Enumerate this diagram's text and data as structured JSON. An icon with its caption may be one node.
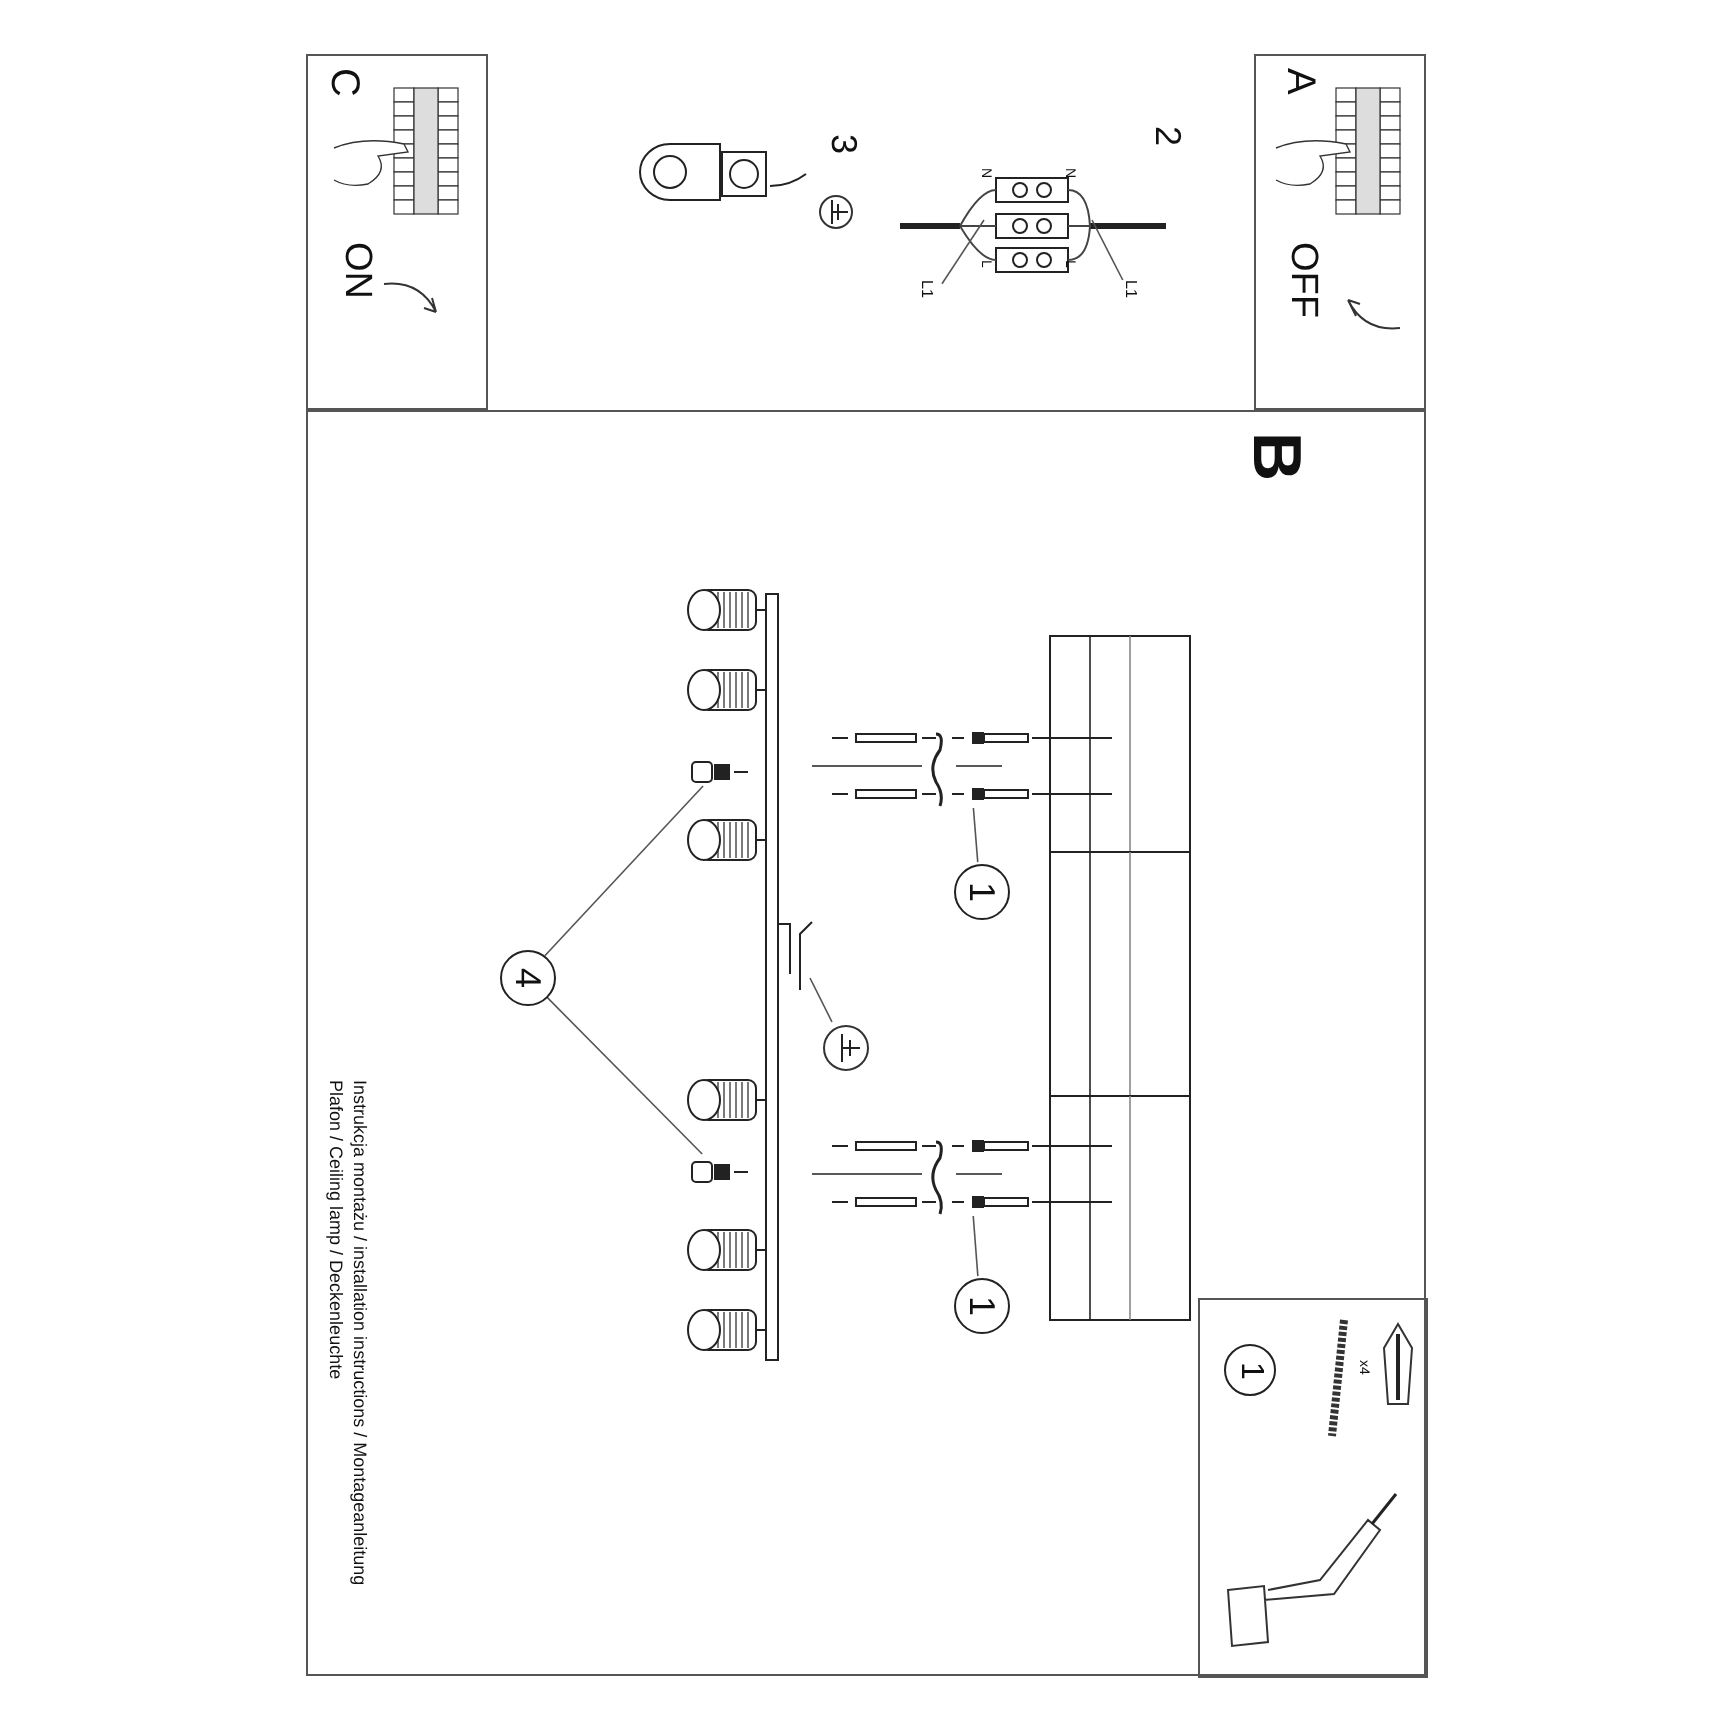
{
  "diagram": {
    "nodes": [
      {
        "text": [
          "A",
          "OFF"
        ]
      },
      {
        "text": [
          "C",
          "ON"
        ]
      },
      {
        "text": [
          "B"
        ]
      },
      {
        "text": [
          "1",
          "x4"
        ],
        "in": 2
      },
      {
        "text": [
          "1"
        ],
        "in": 2
      },
      {
        "text": [],
        "shape": "picture",
        "in": 2
      },
      {
        "text": [
          "1"
        ],
        "in": 2
      },
      {
        "text": [],
        "shape": "picture",
        "in": 2
      },
      {
        "text": [
          "4"
        ],
        "in": 2
      },
      {
        "text": [],
        "shape": "picture",
        "in": 2
      },
      {
        "text": [],
        "shape": "picture",
        "in": 2
      },
      {
        "text": [],
        "shape": "circle",
        "in": 2
      },
      {
        "text": [],
        "shape": "picture",
        "in": 2
      },
      {
        "text": [
          "L1"
        ]
      },
      {
        "text": [
          "L1"
        ]
      },
      {
        "text": [
          "2"
        ]
      },
      {
        "text": [
          "3"
        ]
      }
    ],
    "edges": [
      {
        "from": 4,
        "to": 5,
        "arrow": "none"
      },
      {
        "from": 6,
        "to": 7,
        "arrow": "none"
      },
      {
        "from": 8,
        "to": 9,
        "arrow": "none"
      },
      {
        "from": 8,
        "to": 10,
        "arrow": "none"
      },
      {
        "from": 11,
        "to": 12,
        "arrow": "none"
      },
      {
        "from": 13,
        "to": null,
        "arrow": "none"
      },
      {
        "from": 14,
        "to": null,
        "arrow": "none"
      }
    ],
    "labels": [
      "N",
      "N",
      "L",
      "L",
      "Instrukcja montażu / installation instructions / Montageanleitung",
      "Plafon / Ceiling lamp / Deckenleuchte"
    ]
  }
}
